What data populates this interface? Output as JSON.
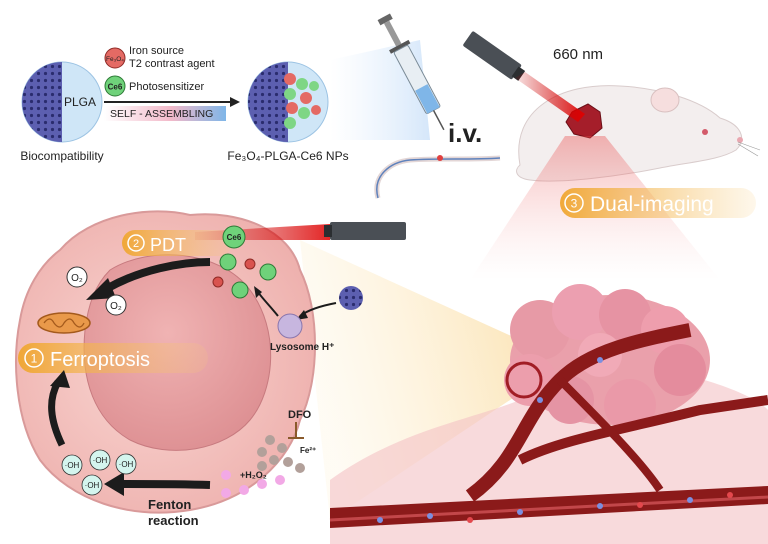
{
  "legend": {
    "iron_label": "Fe₃O₄",
    "iron_line1": "Iron source",
    "iron_line2": "T2 contrast agent",
    "ce6_label": "Ce6",
    "ce6_line": "Photosensitizer",
    "self_assembling": "SELF - ASSEMBLING"
  },
  "plga": {
    "label": "PLGA",
    "caption": "Biocompatibility"
  },
  "nps_caption": "Fe₃O₄-PLGA-Ce6 NPs",
  "injection": {
    "route": "i.v."
  },
  "laser_top": {
    "wavelength": "660 nm"
  },
  "steps": {
    "pdt": {
      "number": "2",
      "label": "PDT"
    },
    "dual_imaging": {
      "number": "3",
      "label": "Dual-imaging"
    },
    "ferroptosis": {
      "number": "1",
      "label": "Ferroptosis"
    }
  },
  "cell": {
    "ce6": "Ce6",
    "o2_a": "O₂",
    "o2_b": "O₂",
    "lysosome": "Lysosome H⁺",
    "dfo": "DFO",
    "fe2": "Fe²⁺",
    "h2o2": "+H₂O₂",
    "oh": [
      "·OH",
      "·OH",
      "·OH",
      "·OH"
    ],
    "fenton_line1": "Fenton",
    "fenton_line2": "reaction"
  },
  "colors": {
    "accent_orange": "#f0a630",
    "ce6_green": "#5cc46a",
    "iron_red": "#d9534f",
    "plga_blue": "#cfe6f7",
    "cell_pink": "#f1b7b7",
    "vessel_red": "#8b1a1a"
  }
}
